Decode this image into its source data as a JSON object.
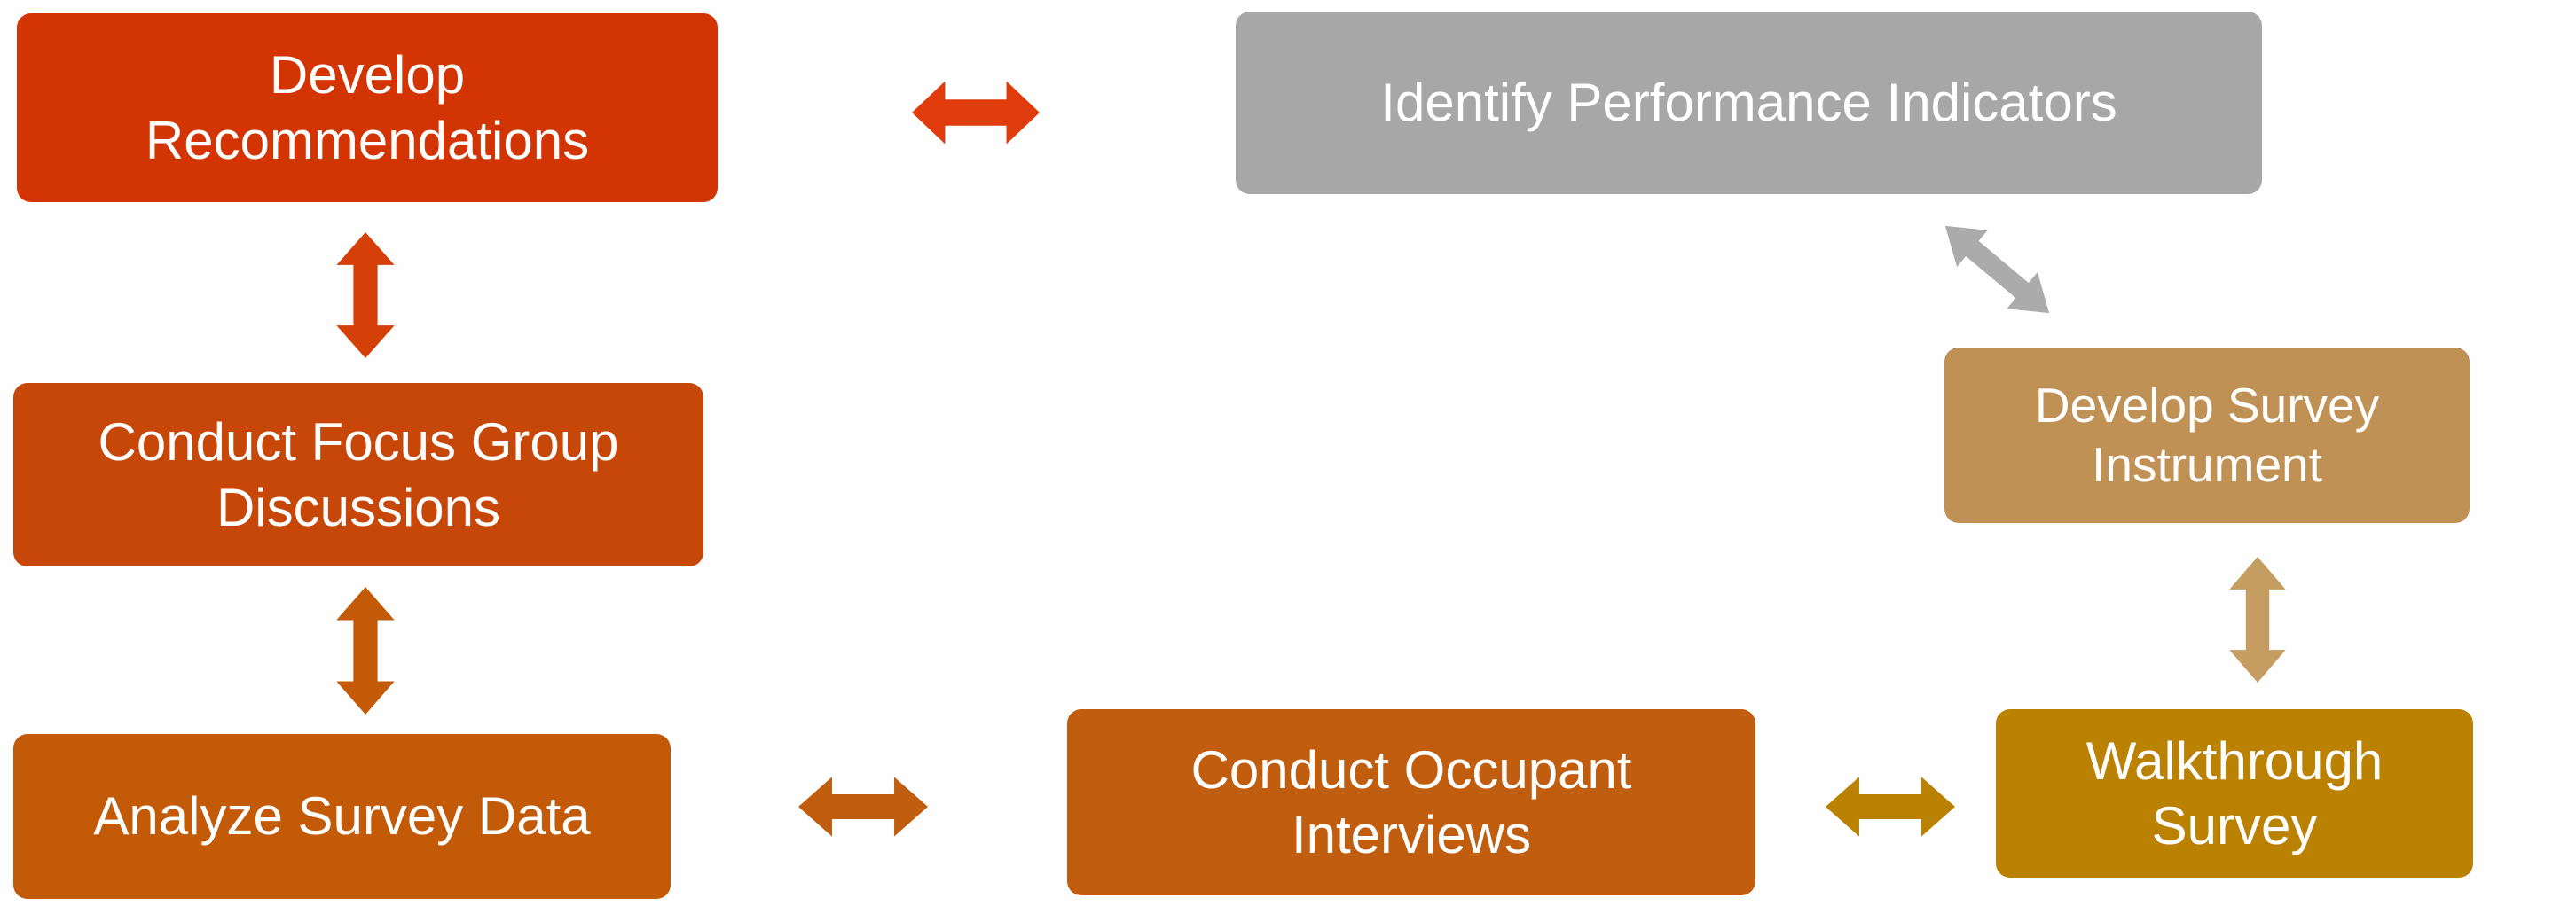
{
  "canvas": {
    "background": "#fefefe"
  },
  "boxes": [
    {
      "id": "develop-recommendations",
      "label": "Develop Recommendations",
      "lines": [
        "Develop",
        "Recommendations"
      ],
      "color": "#d23404",
      "text_color": "#ffffff"
    },
    {
      "id": "identify-performance-indicators",
      "label": "Identify Performance Indicators",
      "lines": [
        "Identify Performance Indicators"
      ],
      "color": "#a7a7a7",
      "text_color": "#ffffff"
    },
    {
      "id": "conduct-focus-group-discussions",
      "label": "Conduct Focus Group Discussions",
      "lines": [
        "Conduct Focus Group",
        "Discussions"
      ],
      "color": "#c74708",
      "text_color": "#ffffff"
    },
    {
      "id": "develop-survey-instrument",
      "label": "Develop Survey Instrument",
      "lines": [
        "Develop Survey",
        "Instrument"
      ],
      "color": "#bf9155",
      "text_color": "#ffffff"
    },
    {
      "id": "analyze-survey-data",
      "label": "Analyze Survey Data",
      "lines": [
        "Analyze Survey Data"
      ],
      "color": "#c25a07",
      "text_color": "#ffffff"
    },
    {
      "id": "conduct-occupant-interviews",
      "label": "Conduct Occupant Interviews",
      "lines": [
        "Conduct Occupant",
        "Interviews"
      ],
      "color": "#c15d0e",
      "text_color": "#ffffff"
    },
    {
      "id": "walkthrough-survey",
      "label": "Walkthrough Survey",
      "lines": [
        "Walkthrough",
        "Survey"
      ],
      "color": "#ba8103",
      "text_color": "#ffffff"
    }
  ],
  "arrows": [
    {
      "id": "develop-recommendations--identify-performance-indicators",
      "direction": "horizontal",
      "color": "#df3b0d"
    },
    {
      "id": "develop-recommendations--conduct-focus-group-discussions",
      "direction": "vertical",
      "color": "#d54008"
    },
    {
      "id": "conduct-focus-group-discussions--analyze-survey-data",
      "direction": "vertical",
      "color": "#c25a07"
    },
    {
      "id": "analyze-survey-data--conduct-occupant-interviews",
      "direction": "horizontal",
      "color": "#c15d0e"
    },
    {
      "id": "conduct-occupant-interviews--walkthrough-survey",
      "direction": "horizontal",
      "color": "#ba8103"
    },
    {
      "id": "develop-survey-instrument--walkthrough-survey",
      "direction": "vertical",
      "color": "#c59d60"
    },
    {
      "id": "identify-performance-indicators--develop-survey-instrument",
      "direction": "diagonal",
      "color": "#ababab"
    }
  ]
}
